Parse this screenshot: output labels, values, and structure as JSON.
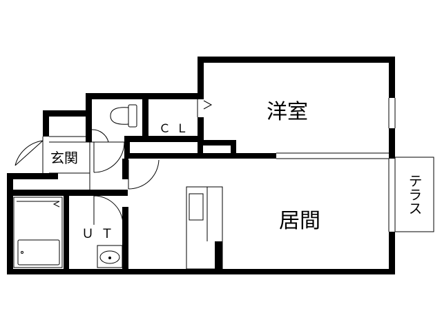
{
  "floor_plan": {
    "rooms": {
      "western_room": "洋室",
      "closet": "ＣＬ",
      "entrance": "玄関",
      "living_room": "居間",
      "unit_bath": "ＵＴ",
      "terrace": "テラス"
    },
    "colors": {
      "wall": "#000000",
      "background": "#ffffff",
      "fixture_line": "#000000"
    }
  }
}
